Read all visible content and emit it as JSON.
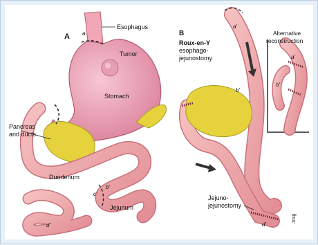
{
  "panel_a": {
    "letter": "A",
    "labels": {
      "esophagus": "Esophagus",
      "tumor": "Tumor",
      "stomach": "Stomach",
      "pancreas_line1": "Pancreas",
      "pancreas_line2": "and ducts",
      "duodenum": "Duodenum",
      "jejunum": "Jejunum"
    },
    "cut_marks": {
      "a": "a",
      "b": "b'",
      "c": "c'",
      "d": "d'"
    }
  },
  "panel_b": {
    "letter": "B",
    "title_line1": "Roux-en-Y",
    "title_line2": "esophago-",
    "title_line3": "jejunostomy",
    "jejuno_line1": "Jejuno-",
    "jejuno_line2": "jejunostomy",
    "cut_marks": {
      "a": "a'",
      "b": "b'",
      "d": "d'"
    }
  },
  "inset": {
    "title_line1": "Alternative",
    "title_line2": "reconstruction",
    "cut_marks": {
      "a": "a'",
      "b": "b'"
    }
  },
  "signature": "Jcsg",
  "colors": {
    "stomach": "#ee9fb2",
    "intestine": "#f2a7a7",
    "pancreas": "#e3d13d",
    "background": "#e9f1f8"
  }
}
